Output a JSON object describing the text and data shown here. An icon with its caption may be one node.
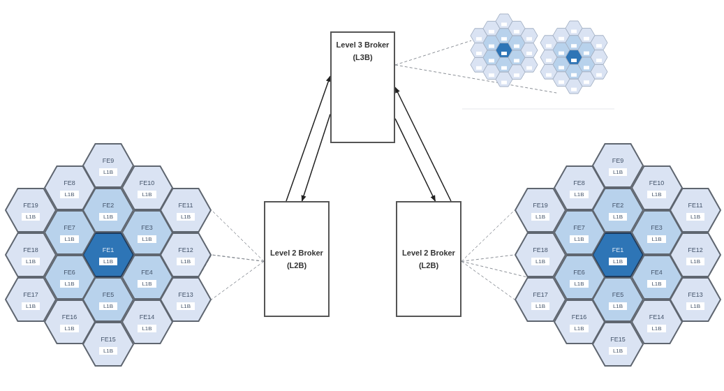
{
  "diagram": {
    "nodes": [
      {
        "text": [
          "Level 3 Broker",
          "(L3B)"
        ]
      },
      {
        "text": [],
        "shape": "picture"
      },
      {
        "text": [
          "Level 2 Broker",
          "(L2B)"
        ]
      },
      {
        "text": [
          "Level 2 Broker",
          "(L2B)"
        ]
      },
      {
        "text": [
          "FE1",
          "L1B"
        ]
      },
      {
        "text": [
          "FE2",
          "L1B"
        ]
      },
      {
        "text": [
          "FE3",
          "L1B"
        ]
      },
      {
        "text": [
          "FE4",
          "L1B"
        ]
      },
      {
        "text": [
          "FE5",
          "L1B"
        ]
      },
      {
        "text": [
          "FE6",
          "L1B"
        ]
      },
      {
        "text": [
          "FE7",
          "L1B"
        ]
      },
      {
        "text": [
          "FE8",
          "L1B"
        ]
      },
      {
        "text": [
          "FE9",
          "L1B"
        ]
      },
      {
        "text": [
          "FE10",
          "L1B"
        ]
      },
      {
        "text": [
          "FE11",
          "L1B"
        ]
      },
      {
        "text": [
          "FE12",
          "L1B"
        ]
      },
      {
        "text": [
          "FE13",
          "L1B"
        ]
      },
      {
        "text": [
          "FE14",
          "L1B"
        ]
      },
      {
        "text": [
          "FE15",
          "L1B"
        ]
      },
      {
        "text": [
          "FE16",
          "L1B"
        ]
      },
      {
        "text": [
          "FE17",
          "L1B"
        ]
      },
      {
        "text": [
          "FE18",
          "L1B"
        ]
      },
      {
        "text": [
          "FE19",
          "L1B"
        ]
      },
      {
        "text": [
          "FE1",
          "L1B"
        ]
      },
      {
        "text": [
          "FE2",
          "L1B"
        ]
      },
      {
        "text": [
          "FE3",
          "L1B"
        ]
      },
      {
        "text": [
          "FE4",
          "L1B"
        ]
      },
      {
        "text": [
          "FE5",
          "L1B"
        ]
      },
      {
        "text": [
          "FE6",
          "L1B"
        ]
      },
      {
        "text": [
          "FE7",
          "L1B"
        ]
      },
      {
        "text": [
          "FE8",
          "L1B"
        ]
      },
      {
        "text": [
          "FE9",
          "L1B"
        ]
      },
      {
        "text": [
          "FE10",
          "L1B"
        ]
      },
      {
        "text": [
          "FE11",
          "L1B"
        ]
      },
      {
        "text": [
          "FE12",
          "L1B"
        ]
      },
      {
        "text": [
          "FE13",
          "L1B"
        ]
      },
      {
        "text": [
          "FE14",
          "L1B"
        ]
      },
      {
        "text": [
          "FE15",
          "L1B"
        ]
      },
      {
        "text": [
          "FE16",
          "L1B"
        ]
      },
      {
        "text": [
          "FE17",
          "L1B"
        ]
      },
      {
        "text": [
          "FE18",
          "L1B"
        ]
      },
      {
        "text": [
          "FE19",
          "L1B"
        ]
      }
    ],
    "edges": [
      {
        "from": 2,
        "to": 0,
        "arrow": "to",
        "color": "#222222"
      },
      {
        "from": 0,
        "to": 2,
        "arrow": "to",
        "color": "#222222"
      },
      {
        "from": 0,
        "to": 3,
        "arrow": "to",
        "color": "#222222"
      },
      {
        "from": 3,
        "to": 0,
        "arrow": "to",
        "color": "#222222"
      },
      {
        "from": 0,
        "to": 1,
        "arrow": "none",
        "style": "dashed"
      },
      {
        "from": 0,
        "to": 1,
        "arrow": "none",
        "style": "dashed"
      },
      {
        "from": 2,
        "to": 14,
        "arrow": "none",
        "style": "dashed"
      },
      {
        "from": 2,
        "to": 4,
        "arrow": "none",
        "style": "dashed"
      },
      {
        "from": 2,
        "to": 15,
        "arrow": "none",
        "style": "dashed"
      },
      {
        "from": 2,
        "to": 16,
        "arrow": "none",
        "style": "dashed"
      },
      {
        "from": 3,
        "to": 41,
        "arrow": "none",
        "style": "dashed"
      },
      {
        "from": 3,
        "to": 40,
        "arrow": "none",
        "style": "dashed"
      },
      {
        "from": 3,
        "to": 28,
        "arrow": "none",
        "style": "dashed"
      },
      {
        "from": 3,
        "to": 39,
        "arrow": "none",
        "style": "dashed"
      }
    ]
  }
}
